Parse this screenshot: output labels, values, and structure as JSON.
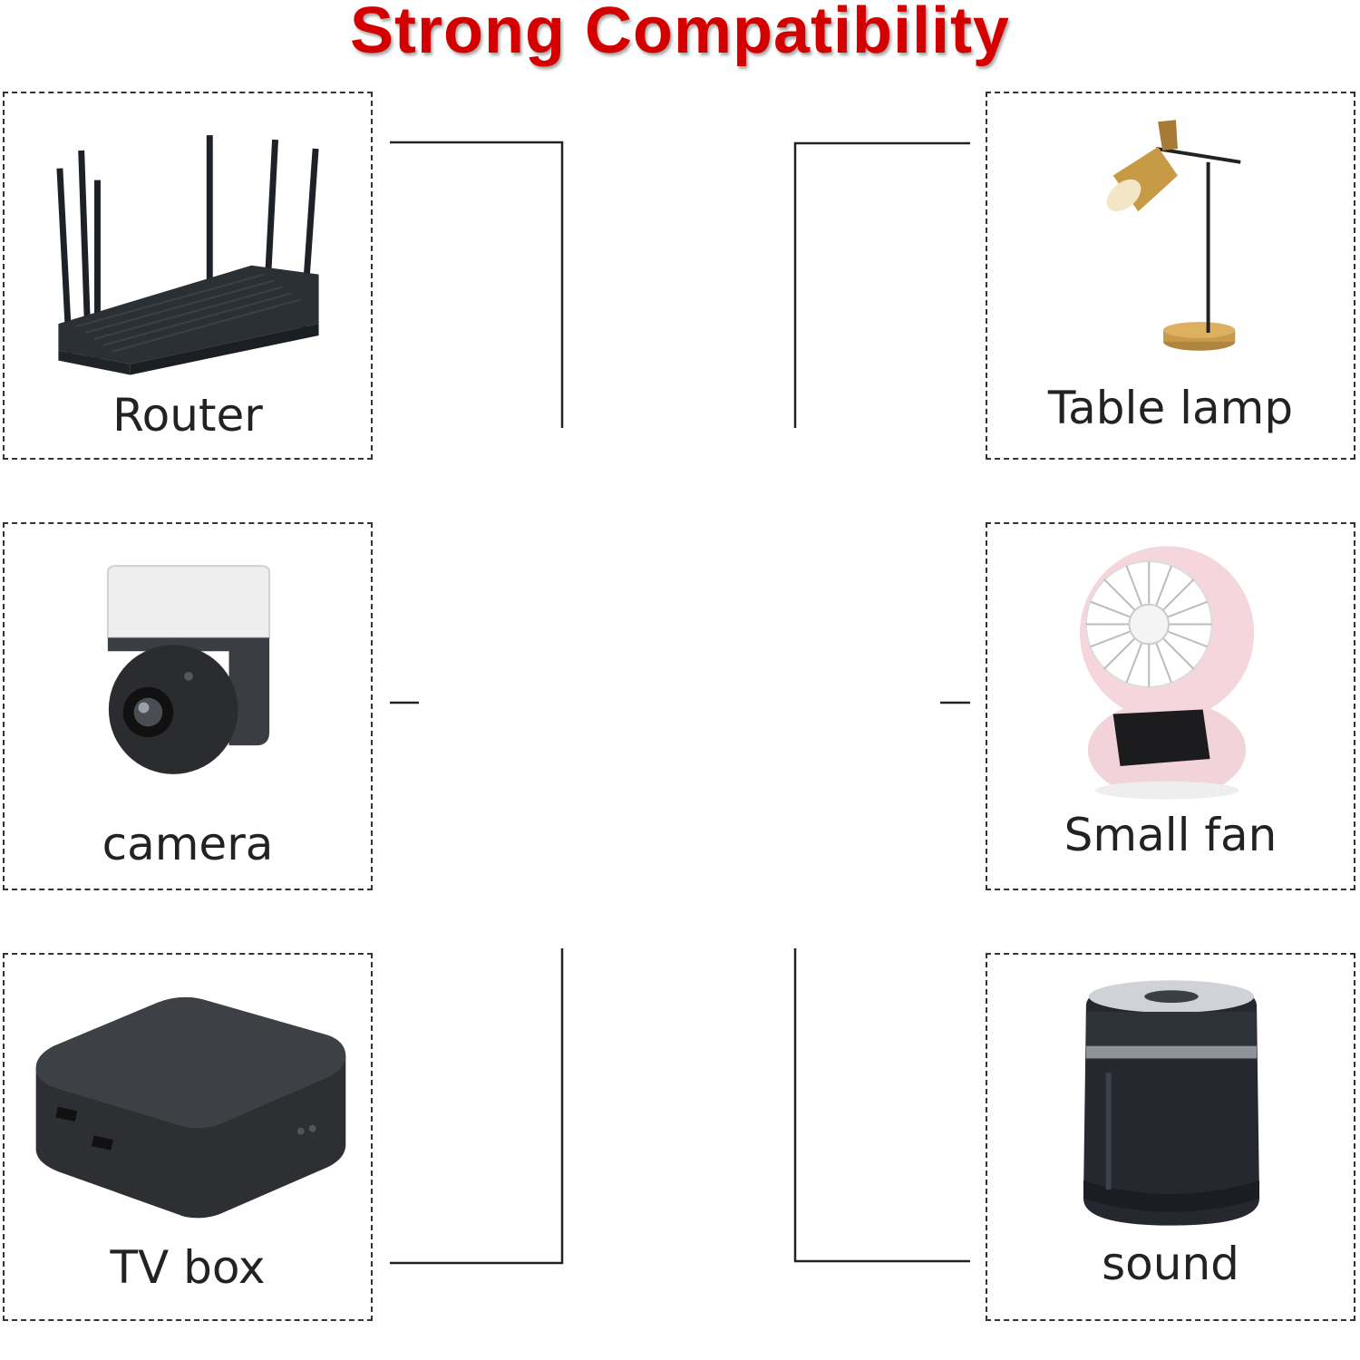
{
  "title": "Strong Compatibility",
  "accent_color": "#d40000",
  "devices": [
    {
      "label": "Router",
      "icon": "router-icon"
    },
    {
      "label": "camera",
      "icon": "camera-icon"
    },
    {
      "label": "TV box",
      "icon": "tv-box-icon"
    },
    {
      "label": "Table lamp",
      "icon": "table-lamp-icon"
    },
    {
      "label": "Small fan",
      "icon": "small-fan-icon"
    },
    {
      "label": "sound",
      "icon": "speaker-icon"
    }
  ]
}
